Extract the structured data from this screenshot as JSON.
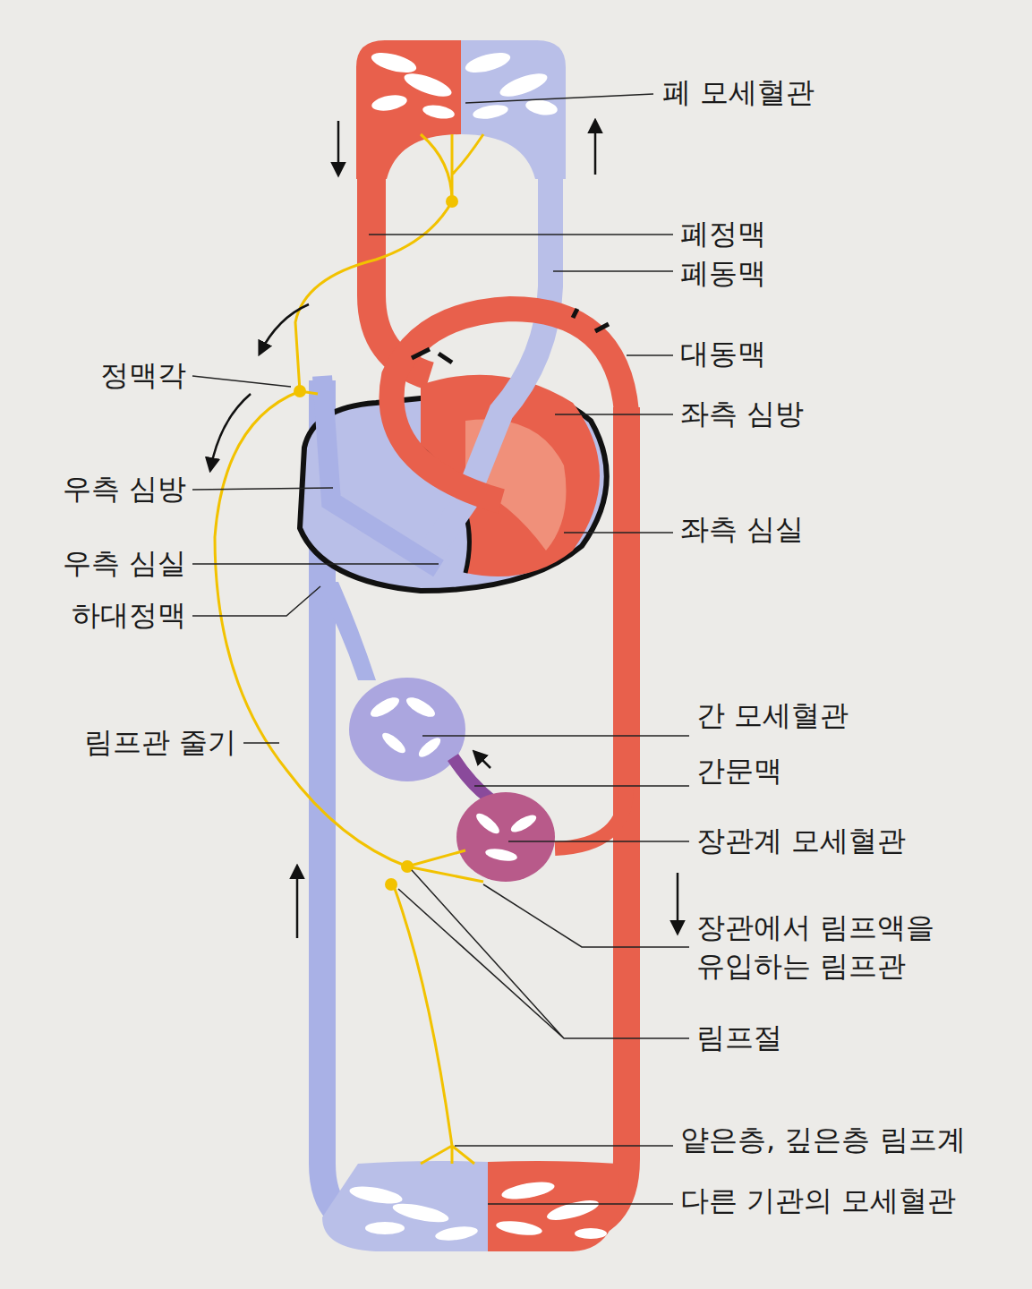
{
  "diagram": {
    "labels": [
      "폐 모세혈관",
      "폐정맥",
      "폐동맥",
      "대동맥",
      "정맥각",
      "좌측 심방",
      "우측 심방",
      "좌측 심실",
      "우측 심실",
      "하대정맥",
      "간 모세혈관",
      "림프관 줄기",
      "간문맥",
      "장관계 모세혈관",
      "장관에서 림프액을 유입하는 림프관",
      "림프절",
      "얕은층, 깊은층 림프계",
      "다른 기관의 모세혈관"
    ]
  }
}
